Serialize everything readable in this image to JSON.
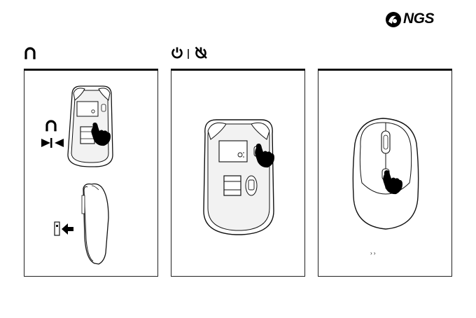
{
  "brand": {
    "name": "NGS",
    "color": "#000000"
  },
  "header": {
    "section1_icon": "magnet-icon",
    "section2_icons": [
      "power-on-icon",
      "power-off-icon"
    ]
  },
  "panels": [
    {
      "name": "receiver-storage",
      "illustrations": [
        "mouse-bottom-view",
        "hand-pointer",
        "magnet-icon",
        "attach-arrows-icon",
        "mouse-side-view",
        "usb-receiver-icon",
        "left-arrow-icon"
      ]
    },
    {
      "name": "power-switch",
      "illustrations": [
        "mouse-bottom-view",
        "hand-pointer"
      ]
    },
    {
      "name": "dpi-button",
      "illustrations": [
        "mouse-top-view",
        "hand-pointer"
      ],
      "caption_glyphs": "›   ›"
    }
  ]
}
